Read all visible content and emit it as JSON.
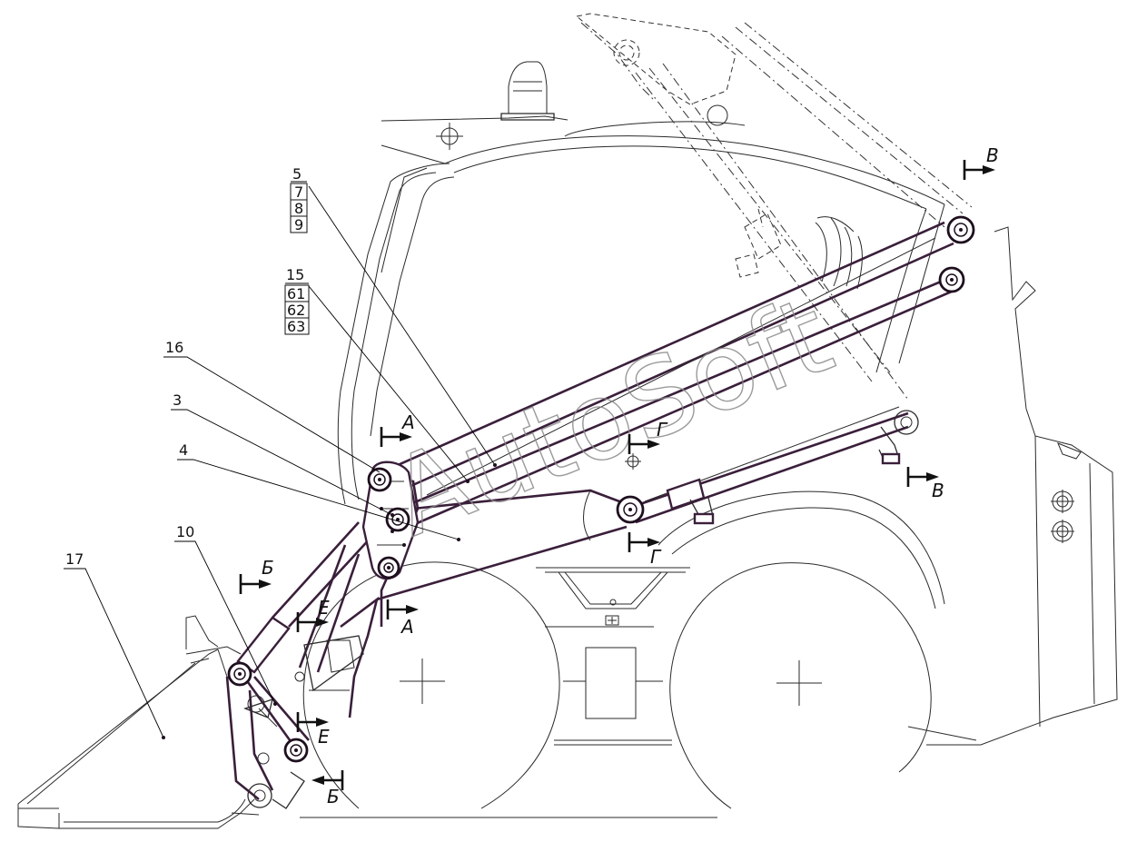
{
  "callouts": {
    "c5": "5",
    "c7": "7",
    "c8": "8",
    "c9": "9",
    "c15": "15",
    "c61": "61",
    "c62": "62",
    "c63": "63",
    "c16": "16",
    "c3": "3",
    "c4": "4",
    "c10": "10",
    "c17": "17"
  },
  "sections": {
    "a_top": "А",
    "a_bottom": "А",
    "b_left": "Б",
    "b_bottom": "Б",
    "v_top": "В",
    "v_right": "В",
    "g_top": "Г",
    "g_bottom": "Г",
    "e_top": "Е",
    "e_bottom": "Е"
  },
  "watermark": "AutoSoft",
  "colors": {
    "boom": "#3a1f3a",
    "line": "#2a2a2a",
    "watermark": "#8a8a8a"
  }
}
